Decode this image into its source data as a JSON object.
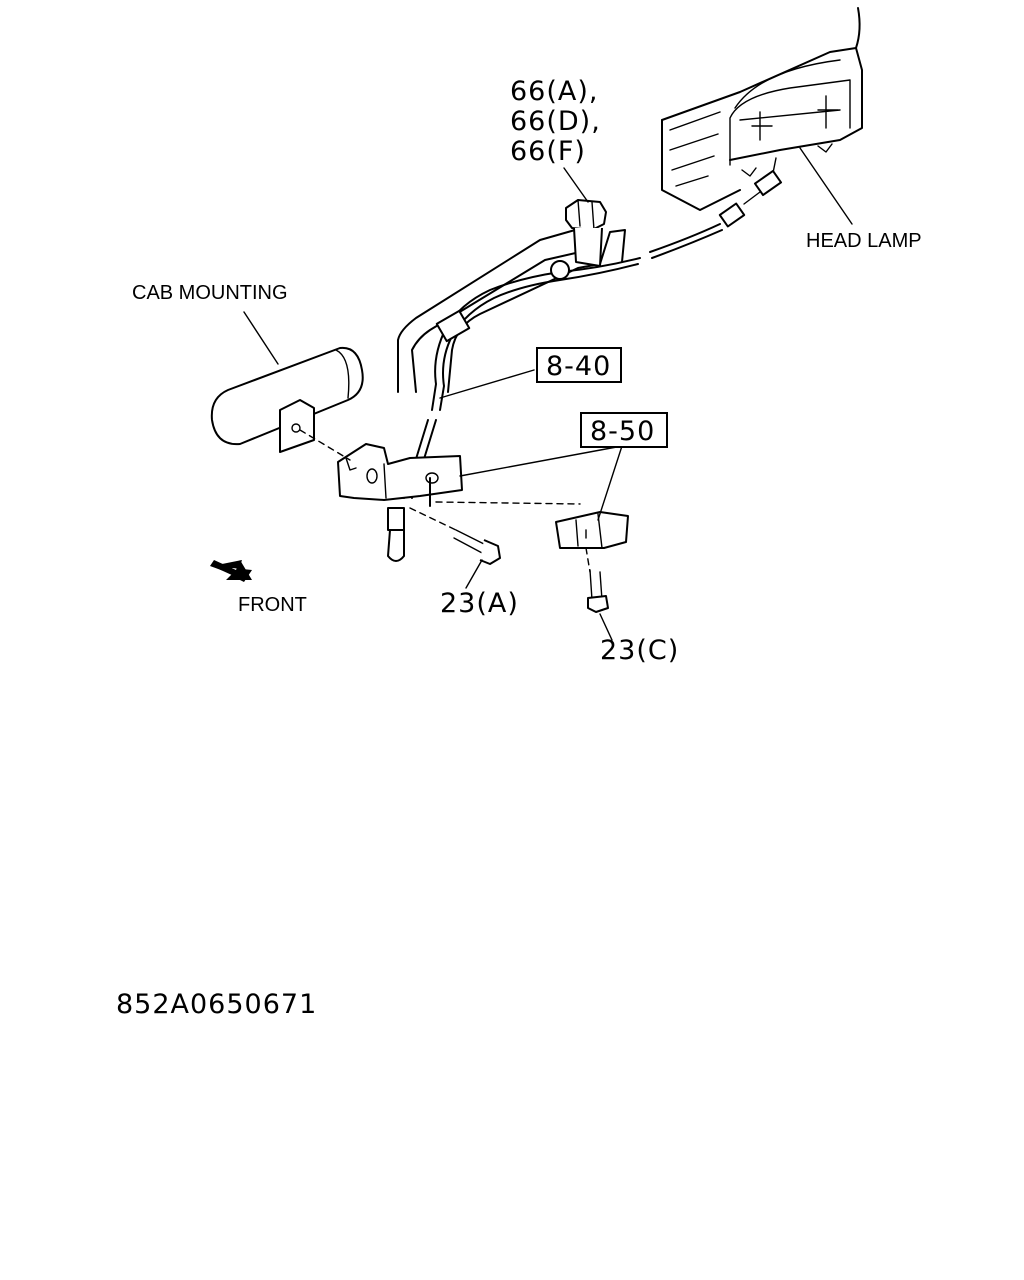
{
  "labels": {
    "cab_mounting": "CAB MOUNTING",
    "head_lamp": "HEAD LAMP",
    "front": "FRONT",
    "part_66_line1": "66(A),",
    "part_66_line2": "66(D),",
    "part_66_line3": "66(F)",
    "ref_8_40": "8-40",
    "ref_8_50": "8-50",
    "part_23a": "23(A)",
    "part_23c": "23(C)",
    "drawing_number": "852A0650671"
  },
  "colors": {
    "line": "#000000",
    "background": "#ffffff"
  }
}
